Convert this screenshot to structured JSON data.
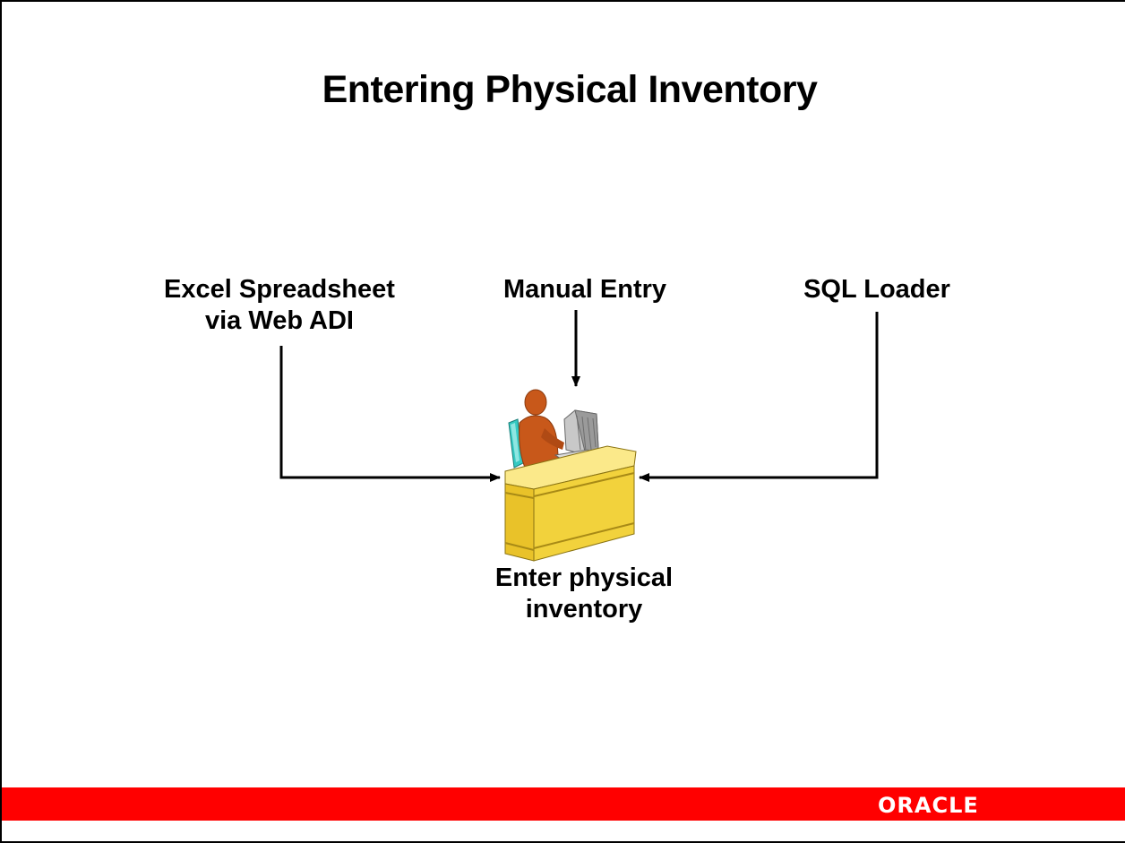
{
  "slide": {
    "title": "Entering Physical Inventory"
  },
  "sources": {
    "excel": {
      "line1": "Excel Spreadsheet",
      "line2": "via Web ADI"
    },
    "manual": {
      "line1": "Manual Entry"
    },
    "sql": {
      "line1": "SQL Loader"
    }
  },
  "target": {
    "line1": "Enter physical",
    "line2": "inventory",
    "icon": "person-at-desk-icon"
  },
  "footer": {
    "logo_text": "ORACLE",
    "bar_color": "#ff0000"
  },
  "colors": {
    "desk": "#f2d23c",
    "person": "#c8581a",
    "chair": "#35c9c2",
    "monitor": "#a9a9a9"
  }
}
